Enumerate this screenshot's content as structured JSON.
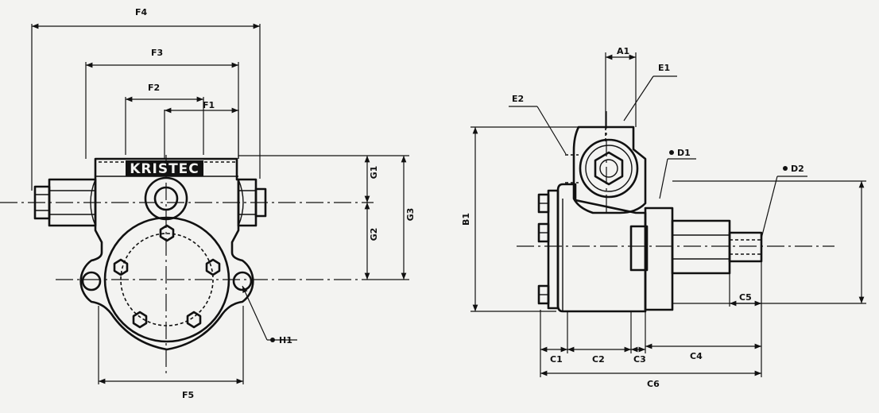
{
  "brand": "KRISTEC",
  "front_view": {
    "labels": {
      "F1": "F1",
      "F2": "F2",
      "F3": "F3",
      "F4": "F4",
      "F5": "F5",
      "G1": "G1",
      "G2": "G2",
      "G3": "G3",
      "H1": "H1"
    }
  },
  "side_view": {
    "labels": {
      "A1": "A1",
      "B1": "B1",
      "E1": "E1",
      "E2": "E2",
      "D1": "D1",
      "D2": "D2",
      "C1": "C1",
      "C2": "C2",
      "C3": "C3",
      "C4": "C4",
      "C5": "C5",
      "C6": "C6"
    }
  }
}
